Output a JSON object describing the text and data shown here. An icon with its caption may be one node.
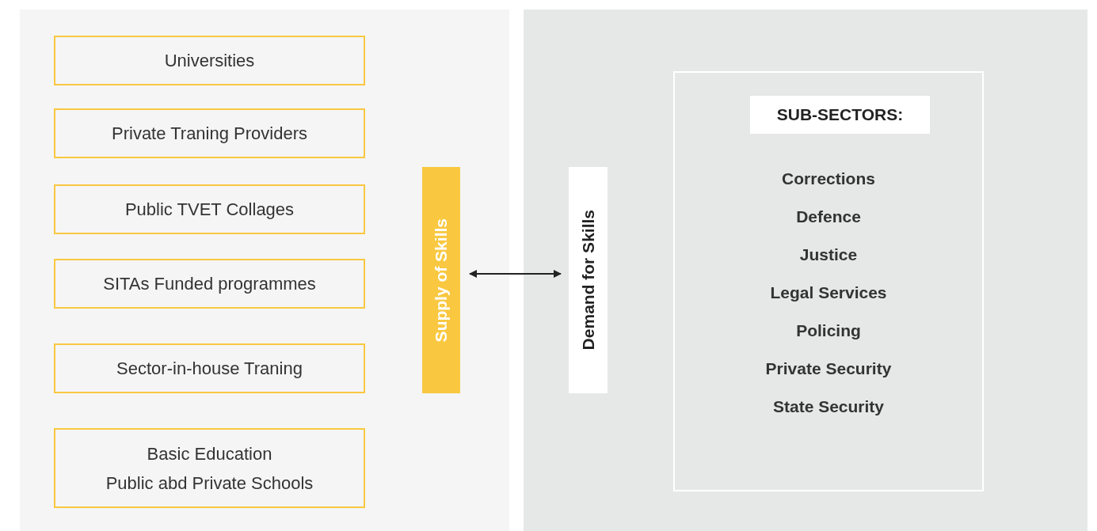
{
  "diagram": {
    "nodes": [
      {
        "text": [],
        "shape": "box"
      },
      {
        "text": [
          "Universities"
        ],
        "in": 0
      },
      {
        "text": [
          "Private Traning Providers"
        ],
        "in": 0
      },
      {
        "text": [
          "Public TVET Collages"
        ],
        "in": 0
      },
      {
        "text": [
          "SITAs Funded programmes"
        ],
        "in": 0
      },
      {
        "text": [
          "Sector-in-house Traning"
        ],
        "in": 0
      },
      {
        "text": [
          "Basic Education",
          "Public abd Private Schools"
        ],
        "in": 0
      },
      {
        "text": [
          "Supply of Skills"
        ],
        "in": 0
      },
      {
        "text": [],
        "shape": "box"
      },
      {
        "text": [
          "Demand for Skills"
        ],
        "in": 8
      },
      {
        "text": [
          "Corrections",
          "Defence",
          "Justice",
          "Legal Services",
          "Policing",
          "Private Security",
          "State Security"
        ],
        "in": 8
      },
      {
        "text": [
          "SUB-SECTORS:"
        ],
        "in": 10
      }
    ],
    "edges": [
      {
        "from": 7,
        "to": 9,
        "arrow": "both"
      }
    ]
  }
}
